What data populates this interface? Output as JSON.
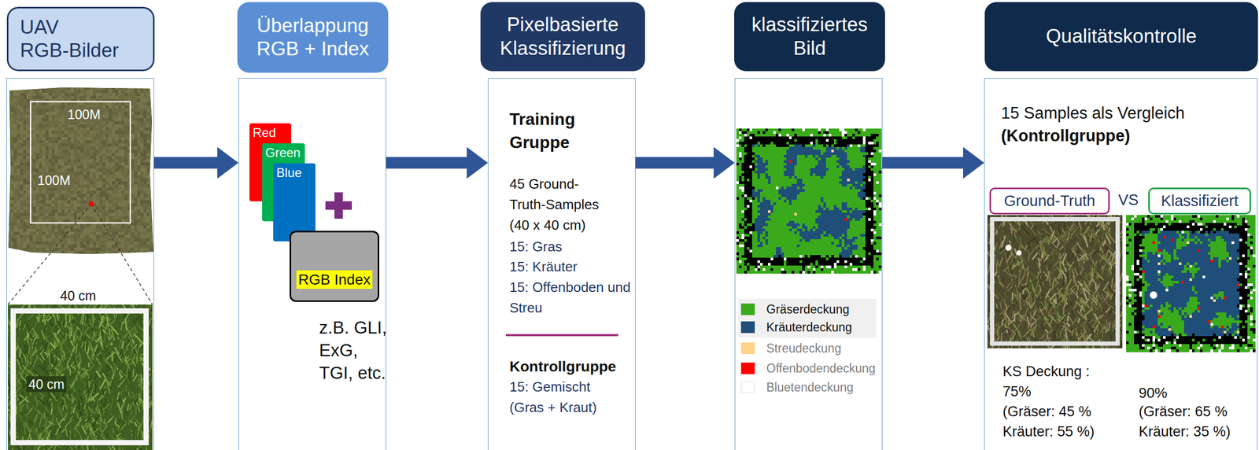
{
  "diagram": {
    "nodes": [
      {
        "text": [
          "UAV RGB-Bilder"
        ]
      },
      {
        "text": [
          "Überlappung RGB + Index",
          "z.B. GLI, ExG, TGI, etc."
        ]
      },
      {
        "text": [
          "Red"
        ],
        "in": 1
      },
      {
        "text": [
          "Green"
        ],
        "in": 1
      },
      {
        "text": [
          "Blue"
        ],
        "in": 1
      },
      {
        "text": [
          "RGB Index"
        ],
        "in": 1
      },
      {
        "text": [
          "Pixelbasierte Klassifizierung",
          "Training Gruppe",
          "45 Ground-Truth-Samples (40 x 40 cm)",
          "15: Gras",
          "15: Kräuter",
          "15: Offenboden und Streu",
          "Kontrollgruppe",
          "15: Gemischt (Gras + Kraut)"
        ]
      },
      {
        "text": [
          "klassifiziertes Bild"
        ]
      },
      {
        "text": [
          "Qualitätskontrolle",
          "15 Samples als Vergleich",
          "(Kontrollgruppe)",
          "KS Deckung :",
          "75%",
          "(Gräser: 45 % Kräuter: 55 %)",
          "90%",
          "(Gräser: 65 % Kräuter: 35 %)"
        ]
      },
      {
        "text": [
          "Ground-Truth"
        ],
        "in": 8
      },
      {
        "text": [
          "Klassifiziert"
        ],
        "in": 8
      }
    ],
    "edges": [
      {
        "from": 0,
        "to": 1,
        "arrow": "to"
      },
      {
        "from": 1,
        "to": 6,
        "arrow": "to"
      },
      {
        "from": 6,
        "to": 7,
        "arrow": "to"
      },
      {
        "from": 7,
        "to": 8,
        "arrow": "to"
      }
    ],
    "labels": [
      "100M",
      "100M",
      "40 cm",
      "40 cm",
      "VS"
    ],
    "legend": [
      {
        "text": "Gräserdeckung",
        "color": "#3aaa1c"
      },
      {
        "text": "Kräuterdeckung",
        "color": "#1f4e79"
      },
      {
        "text": "Streudeckung",
        "color": "#ffd48a"
      },
      {
        "text": "Offenbodendeckung",
        "color": "#ff0000"
      },
      {
        "text": "Bluetendeckung",
        "color": "#ffffff"
      }
    ]
  }
}
